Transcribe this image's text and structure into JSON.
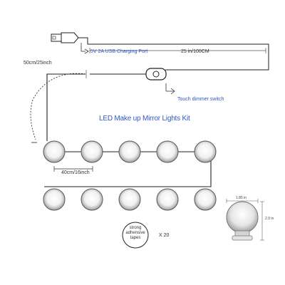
{
  "title": "LED Make up Mirror Lights Kit",
  "labels": {
    "cable_length": "25 in/100CM",
    "usb_port": "5V 2A USB Charging Port",
    "lead_length": "50cm/25inch",
    "dimmer": "Touch dimmer switch",
    "bulb_spacing": "40cm/16inch",
    "tape_text": [
      "strong",
      "adhensive",
      "tapes"
    ],
    "tape_count": "X 20",
    "bulb_width": "1.85 in",
    "bulb_height": "2.9 in"
  },
  "bulbs": {
    "per_row": 5,
    "rows": 2
  },
  "colors": {
    "line": "#222222",
    "accent": "#2e58c6",
    "bulb_glow": "#ffffff"
  }
}
